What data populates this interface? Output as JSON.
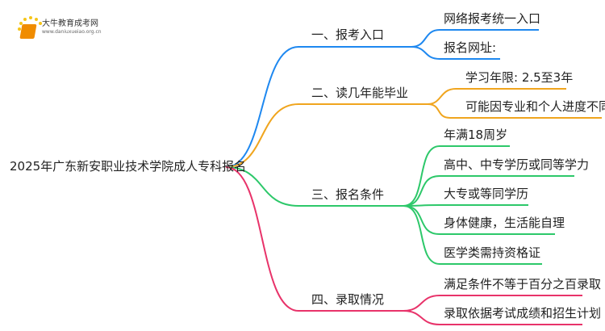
{
  "logo": {
    "title": "大牛教育成考网",
    "url": "www.daniuxueiao.org.cn"
  },
  "root": "2025年广东新安职业技术学院成人专科报名",
  "colors": {
    "b1": "#1e88f0",
    "b2": "#f0a51e",
    "b3": "#2dc86a",
    "b4": "#e8336a"
  },
  "branches": [
    {
      "label": "一、报考入口",
      "children": [
        "网络报考统一入口",
        "报名网址:"
      ]
    },
    {
      "label": "二、读几年能毕业",
      "children": [
        "学习年限: 2.5至3年",
        "可能因专业和个人进度不同"
      ]
    },
    {
      "label": "三、报名条件",
      "children": [
        "年满18周岁",
        "高中、中专学历或同等学力",
        "大专或等同学历",
        "身体健康，生活能自理",
        "医学类需持资格证"
      ]
    },
    {
      "label": "四、录取情况",
      "children": [
        "满足条件不等于百分之百录取",
        "录取依据考试成绩和招生计划"
      ]
    }
  ]
}
